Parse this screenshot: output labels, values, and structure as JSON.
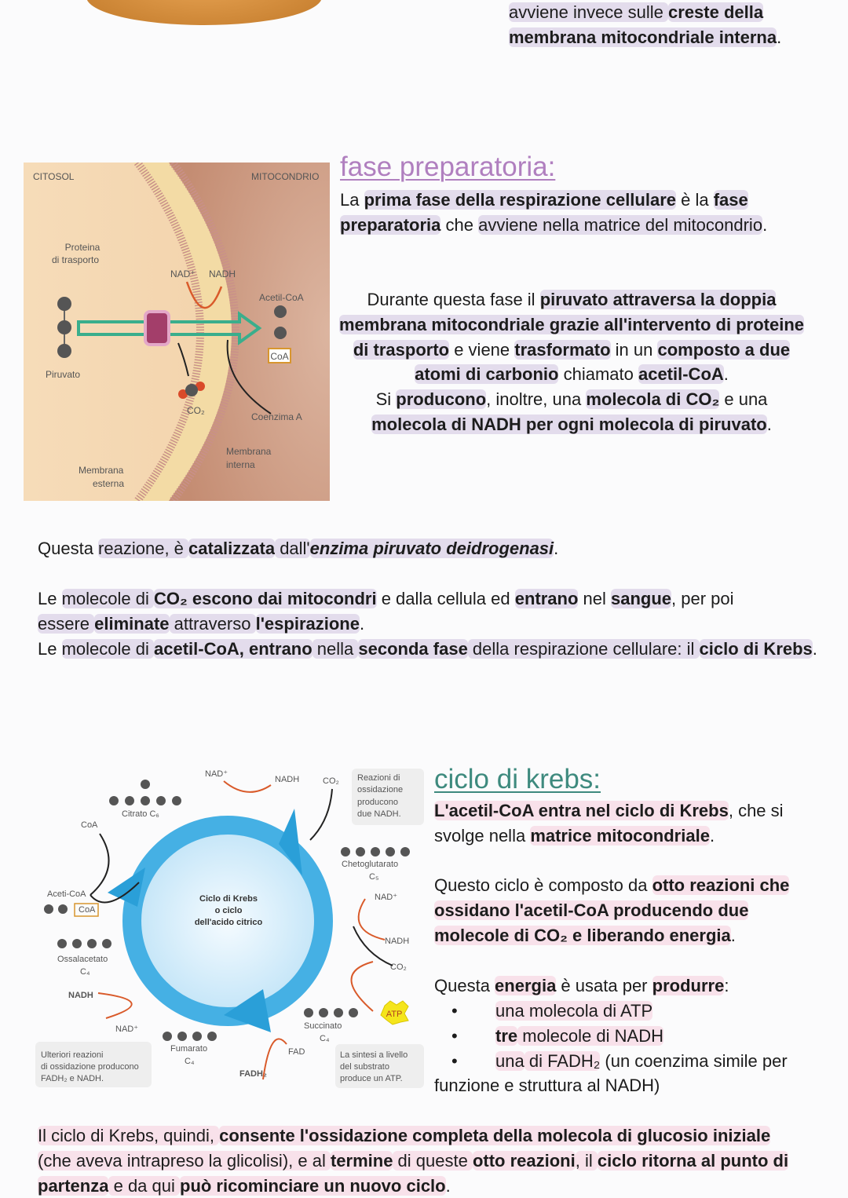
{
  "colors": {
    "title_prep": "#b07fbf",
    "title_krebs": "#3e8a7e",
    "highlight_prep": "#e3dcec",
    "highlight_krebs": "#f8e1ea"
  },
  "top": {
    "segments": [
      {
        "t": "avviene invece sulle ",
        "s": "h"
      },
      {
        "t": "creste della",
        "s": "bh"
      },
      {
        "t": "\n",
        "s": ""
      },
      {
        "t": "membrana mitocondriale interna",
        "s": "bh"
      },
      {
        "t": ".",
        "s": ""
      }
    ]
  },
  "diagram1": {
    "citosol": "CITOSOL",
    "mitocondrio": "MITOCONDRIO",
    "proteina_1": "Proteina",
    "proteina_2": "di trasporto",
    "nad": "NAD⁺",
    "nadh": "NADH",
    "acetil": "Acetil-CoA",
    "coa": "CoA",
    "piruvato": "Piruvato",
    "co2": "CO₂",
    "coenzima": "Coenzima  A",
    "mem_int_1": "Membrana",
    "mem_int_2": "interna",
    "mem_est_1": "Membrana",
    "mem_est_2": "esterna"
  },
  "prep": {
    "title": "fase preparatoria:",
    "p1": {
      "segments": [
        {
          "t": "La ",
          "s": ""
        },
        {
          "t": "prima fase della respirazione cellulare",
          "s": "bh"
        },
        {
          "t": " è la ",
          "s": ""
        },
        {
          "t": "fase preparatoria",
          "s": "bh"
        },
        {
          "t": " che ",
          "s": ""
        },
        {
          "t": "avviene nella matrice del mitocondrio",
          "s": "h"
        },
        {
          "t": ".",
          "s": ""
        }
      ]
    },
    "p2": {
      "segments": [
        {
          "t": "Durante questa fase il ",
          "s": ""
        },
        {
          "t": "piruvato attraversa la doppia membrana mitocondriale grazie all'intervento di proteine di trasporto",
          "s": "bh"
        },
        {
          "t": " e viene ",
          "s": ""
        },
        {
          "t": "trasformato",
          "s": "bh"
        },
        {
          "t": " in un ",
          "s": ""
        },
        {
          "t": "composto a due atomi di carbonio",
          "s": "bh"
        },
        {
          "t": " chiamato ",
          "s": ""
        },
        {
          "t": "acetil-CoA",
          "s": "bh"
        },
        {
          "t": ".\nSi ",
          "s": ""
        },
        {
          "t": "producono",
          "s": "bh"
        },
        {
          "t": ", inoltre, una ",
          "s": ""
        },
        {
          "t": "molecola di CO₂",
          "s": "bh"
        },
        {
          "t": " e una ",
          "s": ""
        },
        {
          "t": "molecola di NADH per ogni molecola di piruvato",
          "s": "bh"
        },
        {
          "t": ".",
          "s": ""
        }
      ]
    }
  },
  "p3": {
    "segments": [
      {
        "t": "Questa ",
        "s": ""
      },
      {
        "t": "reazione, è ",
        "s": "h"
      },
      {
        "t": "catalizzata",
        "s": "bh"
      },
      {
        "t": " dall'",
        "s": "h"
      },
      {
        "t": "enzima piruvato deidrogenasi",
        "s": "bhi"
      },
      {
        "t": ".",
        "s": ""
      }
    ]
  },
  "p4": {
    "segments": [
      {
        "t": "Le ",
        "s": ""
      },
      {
        "t": "molecole di ",
        "s": "h"
      },
      {
        "t": "CO₂ escono dai mitocondri",
        "s": "bh"
      },
      {
        "t": " e dalla cellula ed ",
        "s": ""
      },
      {
        "t": "entrano",
        "s": "bh"
      },
      {
        "t": " nel ",
        "s": ""
      },
      {
        "t": "sangue",
        "s": "bh"
      },
      {
        "t": ", per poi\n",
        "s": ""
      },
      {
        "t": "essere ",
        "s": "h"
      },
      {
        "t": "eliminate",
        "s": "bh"
      },
      {
        "t": " attraverso ",
        "s": "h"
      },
      {
        "t": "l'espirazione",
        "s": "bh"
      },
      {
        "t": ".\nLe ",
        "s": ""
      },
      {
        "t": "molecole di ",
        "s": "h"
      },
      {
        "t": "acetil-CoA, entrano",
        "s": "bh"
      },
      {
        "t": " nella ",
        "s": "h"
      },
      {
        "t": "seconda fase",
        "s": "bh"
      },
      {
        "t": " della respirazione cellulare: il ",
        "s": "h"
      },
      {
        "t": "ciclo di Krebs",
        "s": "bh"
      },
      {
        "t": ".",
        "s": ""
      }
    ]
  },
  "diagram2": {
    "nad_top": "NAD⁺",
    "nadh_top": "NADH",
    "co2_top": "CO₂",
    "box1": [
      "Reazioni di",
      "ossidazione",
      "producono",
      "due NADH."
    ],
    "citrato": "Citrato C₆",
    "coa": "CoA",
    "cheto": "Chetoglutarato",
    "c5": "C₅",
    "aceti": "Aceti-CoA",
    "coa_box": "CoA",
    "center": [
      "Ciclo di Krebs",
      "o ciclo",
      "dell'acido citrico"
    ],
    "nad_r": "NAD⁺",
    "nadh_r": "NADH",
    "co2_r": "CO₂",
    "ossal": "Ossalacetato",
    "c4a": "C₄",
    "nadh_l": "NADH",
    "nad_l": "NAD⁺",
    "atp": "ATP",
    "succ": "Succinato",
    "c4b": "C₄",
    "fum": "Fumarato",
    "c4c": "C₄",
    "fad": "FAD",
    "fadh": "FADH₂",
    "box2": [
      "Ulteriori reazioni",
      "di ossidazione producono",
      "FADH₂ e NADH."
    ],
    "box3": [
      "La sintesi a livello",
      "del substrato",
      "produce  un ATP."
    ]
  },
  "krebs": {
    "title": "ciclo di krebs:",
    "p1": {
      "segments": [
        {
          "t": "L'acetil-CoA entra nel ciclo di Krebs",
          "s": "bh"
        },
        {
          "t": ", che si svolge nella ",
          "s": ""
        },
        {
          "t": "matrice mitocondriale",
          "s": "bh"
        },
        {
          "t": ".",
          "s": ""
        }
      ]
    },
    "p2": {
      "segments": [
        {
          "t": "Questo ciclo è composto da ",
          "s": ""
        },
        {
          "t": "otto reazioni che ossidano l'acetil-CoA producendo due molecole di CO₂ e liberando energia",
          "s": "bh"
        },
        {
          "t": ".",
          "s": ""
        }
      ]
    },
    "p3": {
      "segments": [
        {
          "t": "Questa ",
          "s": ""
        },
        {
          "t": "energia",
          "s": "bh"
        },
        {
          "t": " è usata per ",
          "s": ""
        },
        {
          "t": "produrre",
          "s": "bh"
        },
        {
          "t": ":",
          "s": ""
        }
      ]
    },
    "b1": {
      "segments": [
        {
          "t": "una molecola di ATP",
          "s": "h"
        }
      ]
    },
    "b2": {
      "segments": [
        {
          "t": "tre",
          "s": "bh"
        },
        {
          "t": " molecole di NADH",
          "s": "h"
        }
      ]
    },
    "b3": {
      "segments": [
        {
          "t": "una",
          "s": "h"
        },
        {
          "t": " di FADH₂",
          "s": "h"
        },
        {
          "t": " (un coenzima simile per funzione e struttura al NADH)",
          "s": ""
        }
      ]
    },
    "bullet": "•"
  },
  "p5": {
    "segments": [
      {
        "t": "Il ciclo di Krebs, quindi, ",
        "s": "h"
      },
      {
        "t": "consente l'ossidazione completa della molecola di glucosio iniziale",
        "s": "bh"
      },
      {
        "t": "\n(che aveva intrapreso la glicolisi), e al ",
        "s": "h"
      },
      {
        "t": "termine",
        "s": "bh"
      },
      {
        "t": " di queste ",
        "s": "h"
      },
      {
        "t": "otto reazioni",
        "s": "bh"
      },
      {
        "t": ", il ",
        "s": "h"
      },
      {
        "t": "ciclo ritorna al punto di partenza",
        "s": "bh"
      },
      {
        "t": " e da qui ",
        "s": "h"
      },
      {
        "t": "può ricominciare un nuovo ciclo",
        "s": "bh"
      },
      {
        "t": ".",
        "s": ""
      }
    ]
  }
}
